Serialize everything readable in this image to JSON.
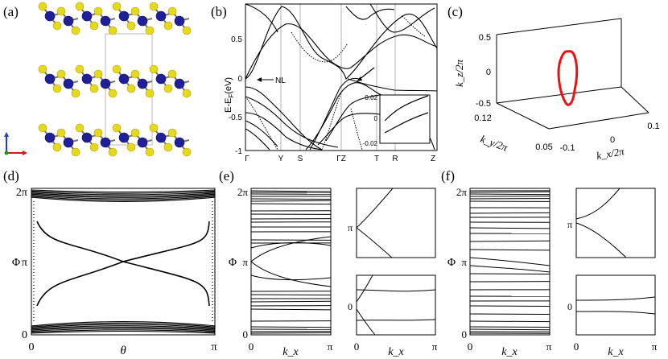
{
  "panels": {
    "a": {
      "label": "(a)"
    },
    "b": {
      "label": "(b)",
      "ylabel": "E-E",
      "ylabel_sub": "F",
      "ylabel_unit": "(eV)",
      "yticks": [
        "0.5",
        "0",
        "-0.5",
        "-1"
      ],
      "xticks": [
        "Γ",
        "Y",
        "S",
        "ΓZ",
        "T",
        "R",
        "Z"
      ],
      "annotation": "NL",
      "inset_yticks": [
        "0.02",
        "0",
        "-0.02"
      ]
    },
    "c": {
      "label": "(c)",
      "zlabel": "k_z/2π",
      "zticks": [
        "0.5",
        "0",
        "-0.5"
      ],
      "yticks": [
        "0.12",
        "0.05"
      ],
      "xticks": [
        "-0.1",
        "0",
        "0.1"
      ],
      "ylabel": "k_y/2π",
      "xlabel": "k_x/2π",
      "loop_color": "#ee1111"
    },
    "d": {
      "label": "(d)",
      "yticks": [
        "2π",
        "π",
        "0"
      ],
      "xticks": [
        "0",
        "π"
      ],
      "xlabel": "θ",
      "ylabel": "Φ"
    },
    "e": {
      "label": "(e)",
      "yticks": [
        "2π",
        "π",
        "0"
      ],
      "xticks": [
        "0",
        "π"
      ],
      "xlabel": "k_x",
      "ylabel": "Φ",
      "inset_top_ytick": "π",
      "inset_bot_ytick": "0",
      "inset_xticks": [
        "0",
        "π"
      ],
      "inset_xlabel": "k_x"
    },
    "f": {
      "label": "(f)",
      "yticks": [
        "2π",
        "π",
        "0"
      ],
      "xticks": [
        "0",
        "π"
      ],
      "xlabel": "k_x",
      "ylabel": "Φ",
      "inset_top_ytick": "π",
      "inset_bot_ytick": "0",
      "inset_xticks": [
        "0",
        "π"
      ],
      "inset_xlabel": "k_x"
    }
  },
  "colors": {
    "atom_blue": "#1f1f99",
    "atom_yellow": "#e6d81a",
    "line": "#000000"
  }
}
